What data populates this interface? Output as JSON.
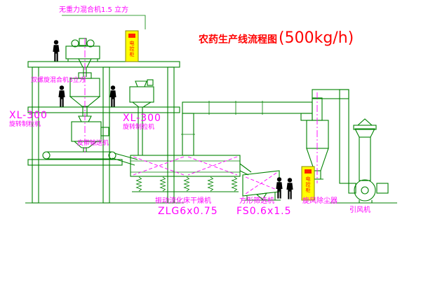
{
  "title": {
    "name": "农药生产线流程图",
    "capacity": "(500kg/h)"
  },
  "labels": {
    "top_mixer": "无重力混合机1.5 立方",
    "second_mixer": "双螺旋混合机3立方",
    "granulator_left_model": "XL-300",
    "granulator_left_name": "旋转制粒机",
    "granulator_right_model": "XL-300",
    "granulator_right_name": "旋转制粒机",
    "belt_conveyor": "皮带输送机",
    "dryer_name": "振动流化床干燥机",
    "dryer_model": "ZLG6x0.75",
    "sieve_name": "方形筛选机",
    "sieve_model": "FS0.6x1.5",
    "cyclone": "旋风除尘器",
    "induced_fan": "引风机",
    "control_cabinet": "电控柜"
  },
  "colors": {
    "drawing_line": "#008200",
    "annotation": "#ff00ff",
    "title_text": "#ff0000",
    "cabinet_fill": "#ffff00",
    "figure": "#000000",
    "background": "#ffffff"
  }
}
